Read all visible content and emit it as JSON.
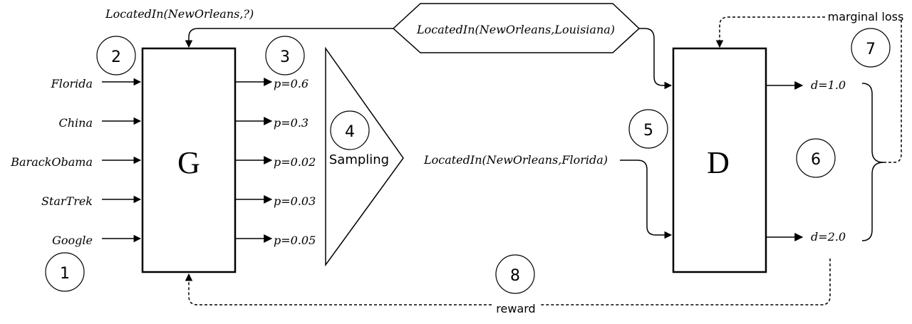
{
  "generator": {
    "label": "G"
  },
  "discriminator": {
    "label": "D"
  },
  "query": "LocatedIn(NewOrleans,?)",
  "true_triple": "LocatedIn(NewOrleans,Louisiana)",
  "sampled_triple": "LocatedIn(NewOrleans,Florida)",
  "sampling_label": "Sampling",
  "inputs": [
    "Florida",
    "China",
    "BarackObama",
    "StarTrek",
    "Google"
  ],
  "probabilities": [
    "p=0.6",
    "p=0.3",
    "p=0.02",
    "p=0.03",
    "p=0.05"
  ],
  "scores": [
    "d=1.0",
    "d=2.0"
  ],
  "marginal_loss_label": "marginal loss",
  "reward_label": "reward",
  "step_numbers": [
    "1",
    "2",
    "3",
    "4",
    "5",
    "6",
    "7",
    "8"
  ]
}
